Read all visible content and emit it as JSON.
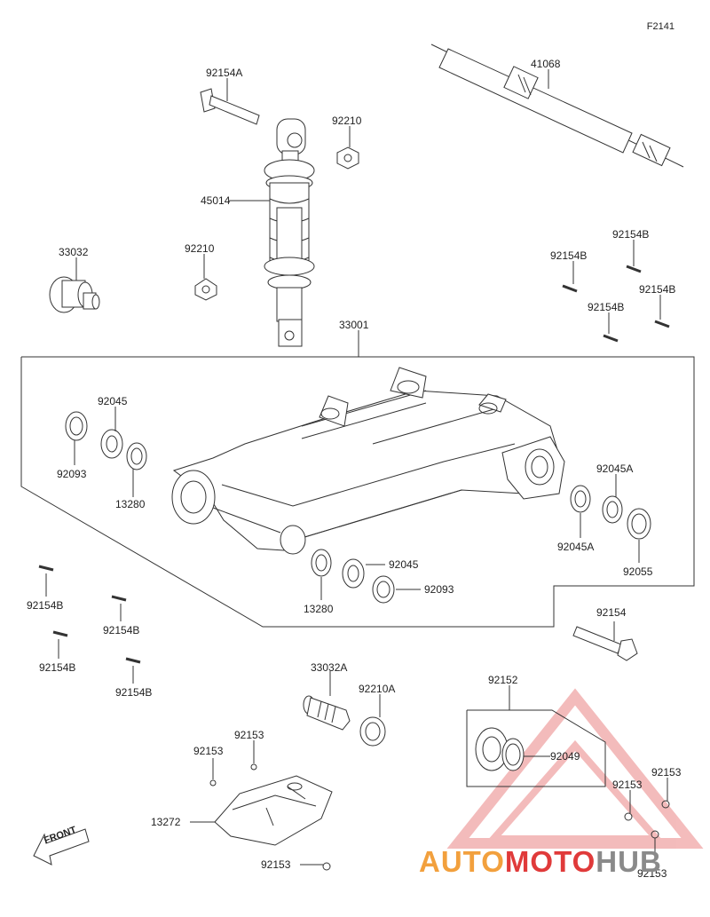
{
  "diagram": {
    "code": "F2141",
    "front_label": "FRONT",
    "parts": {
      "p92154A": "92154A",
      "p92210_top": "92210",
      "p41068": "41068",
      "p45014": "45014",
      "p33032": "33032",
      "p92210_mid": "92210",
      "p92154B_1": "92154B",
      "p92154B_2": "92154B",
      "p92154B_3": "92154B",
      "p92154B_4": "92154B",
      "p33001": "33001",
      "p92045_left": "92045",
      "p92093_left": "92093",
      "p13280_left": "13280",
      "p92045A_r1": "92045A",
      "p92045A_r2": "92045A",
      "p92055": "92055",
      "p92045_bot": "92045",
      "p92093_bot": "92093",
      "p13280_bot": "13280",
      "p92154B_5": "92154B",
      "p92154B_6": "92154B",
      "p92154B_7": "92154B",
      "p92154B_8": "92154B",
      "p92154": "92154",
      "p33032A": "33032A",
      "p92210A": "92210A",
      "p92152": "92152",
      "p92049": "92049",
      "p92153_1": "92153",
      "p92153_2": "92153",
      "p92153_3": "92153",
      "p92153_4": "92153",
      "p92153_5": "92153",
      "p92153_6": "92153",
      "p13272": "13272"
    }
  },
  "watermark": {
    "part1": "AUTO",
    "part2": "MOTO",
    "part3": "HUB",
    "colors": {
      "orange": "#f2a03d",
      "red": "#e03a3a",
      "gray": "#8a8a8a",
      "triangle": "#f2b0b0"
    }
  }
}
